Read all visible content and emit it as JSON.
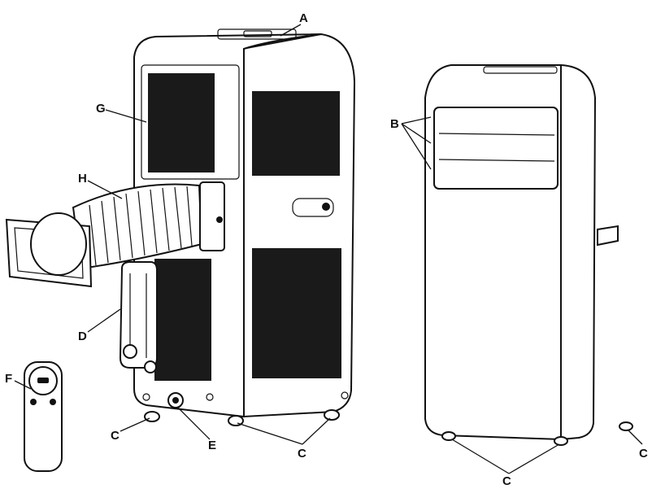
{
  "labels": {
    "A": "A",
    "B": "B",
    "C": "C",
    "D": "D",
    "E": "E",
    "F": "F",
    "G": "G",
    "H": "H"
  },
  "colors": {
    "ink": "#111111",
    "grille": "#1a1a1a",
    "paper": "#ffffff"
  }
}
